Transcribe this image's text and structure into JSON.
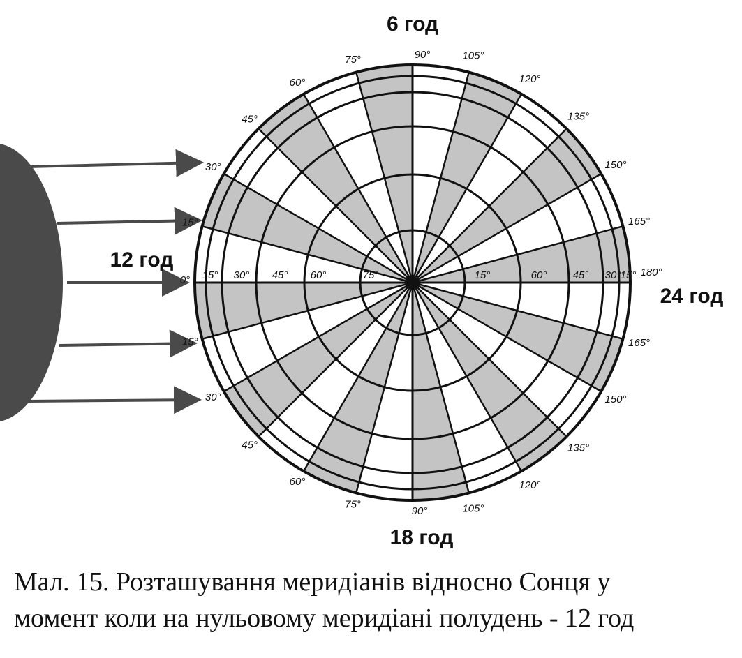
{
  "hour_labels": {
    "top": "6 год",
    "left": "12 год",
    "right": "24 год",
    "bottom": "18 год"
  },
  "rim_labels": {
    "upper_left": [
      "15°",
      "30°",
      "45°",
      "60°",
      "75°"
    ],
    "upper_right": [
      "105°",
      "120°",
      "135°",
      "150°",
      "165°"
    ],
    "lower_left": [
      "15°",
      "30°",
      "45°",
      "60°",
      "75°"
    ],
    "lower_right": [
      "105°",
      "120°",
      "135°",
      "150°",
      "165°"
    ],
    "top": "90°",
    "bottom": "90°",
    "left_end": "0°",
    "right_end": "180°"
  },
  "axis_labels": {
    "left": [
      "15°",
      "30°",
      "45°",
      "60°",
      "75°"
    ],
    "right": [
      "15°",
      "60°",
      "45°",
      "30°",
      "15°"
    ]
  },
  "colors": {
    "sun": "#4a4a4a",
    "shade": "#c4c4c4",
    "ink": "#111111"
  },
  "caption": {
    "line1": "Мал. 15. Розташування меридіанів відносно Сонця у",
    "line2": "момент коли на нульовому меридіані полудень - 12 год"
  }
}
